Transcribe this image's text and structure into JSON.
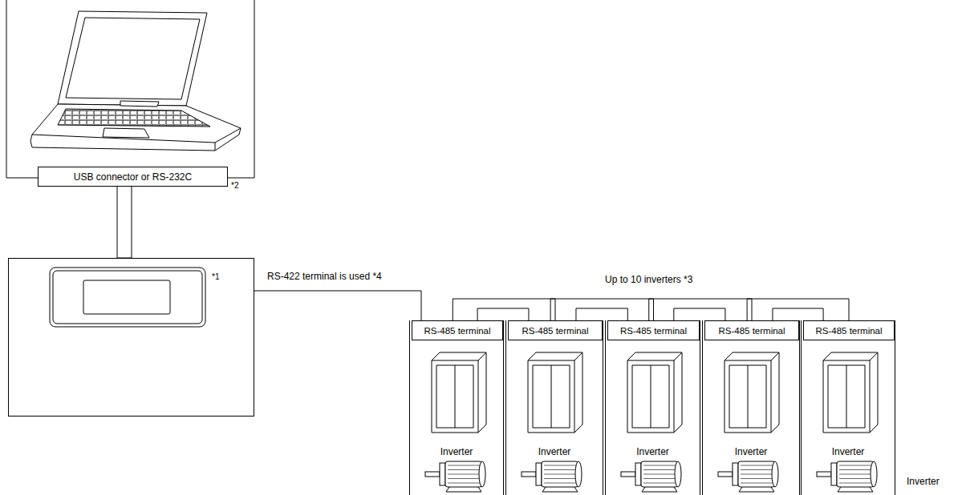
{
  "diagram": {
    "nodes": [
      {
        "text": [
          "USB connector or RS-232C",
          "*2"
        ]
      },
      {
        "text": [
          "*1"
        ]
      },
      {
        "text": [
          "Inverter"
        ]
      },
      {
        "text": [
          "RS-485 terminal"
        ],
        "in": 2
      },
      {
        "text": [
          "Inverter"
        ]
      },
      {
        "text": [
          "RS-485 terminal"
        ],
        "in": 4
      },
      {
        "text": [
          "Inverter"
        ]
      },
      {
        "text": [
          "RS-485 terminal"
        ],
        "in": 6
      },
      {
        "text": [
          "Inverter"
        ]
      },
      {
        "text": [
          "RS-485 terminal"
        ],
        "in": 8
      },
      {
        "text": [
          "Inverter"
        ]
      },
      {
        "text": [
          "RS-485 terminal"
        ],
        "in": 10
      }
    ],
    "edges": [
      {
        "from": 0,
        "to": 1,
        "arrow": "none"
      },
      {
        "from": 1,
        "to": 3,
        "label": "RS-422 terminal is used *4",
        "arrow": "none"
      },
      {
        "from": 3,
        "to": 5,
        "arrow": "none"
      },
      {
        "from": 5,
        "to": 7,
        "arrow": "none"
      },
      {
        "from": 7,
        "to": 9,
        "arrow": "none"
      },
      {
        "from": 9,
        "to": 11,
        "arrow": "none"
      }
    ],
    "labels": [
      "Up to 10 inverters *3",
      "Inverter"
    ]
  }
}
